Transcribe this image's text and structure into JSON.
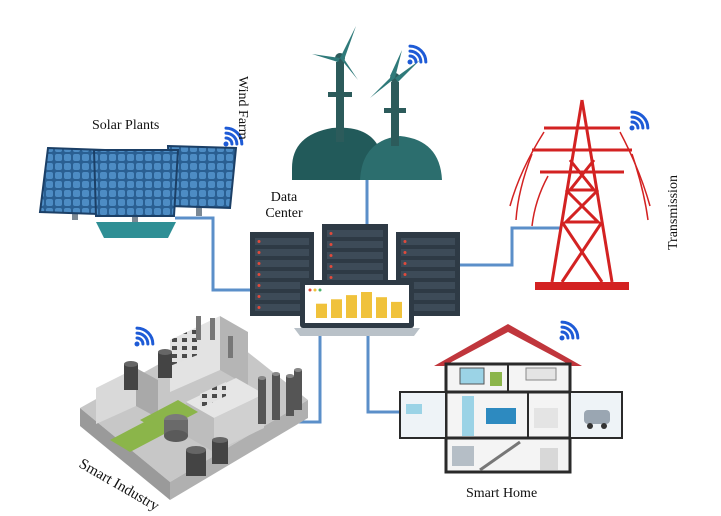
{
  "labels": {
    "solar": "Solar Plants",
    "wind": "Wind Farm",
    "data_center": "Data Center",
    "transmission": "Transmission",
    "industry": "Smart Industry",
    "home": "Smart Home"
  },
  "chart_bars": [
    0.55,
    0.72,
    0.88,
    1.0,
    0.8,
    0.62
  ],
  "colors": {
    "link": "#5b8fc9",
    "wifi": "#1e5bd6",
    "server": "#2e3a45",
    "teal": "#2c6e6e",
    "tower": "#d32222",
    "solar_panel": "#2f6ea5",
    "chart_bar": "#f0c23b",
    "roof": "#c0363c",
    "green": "#8bb54a"
  }
}
